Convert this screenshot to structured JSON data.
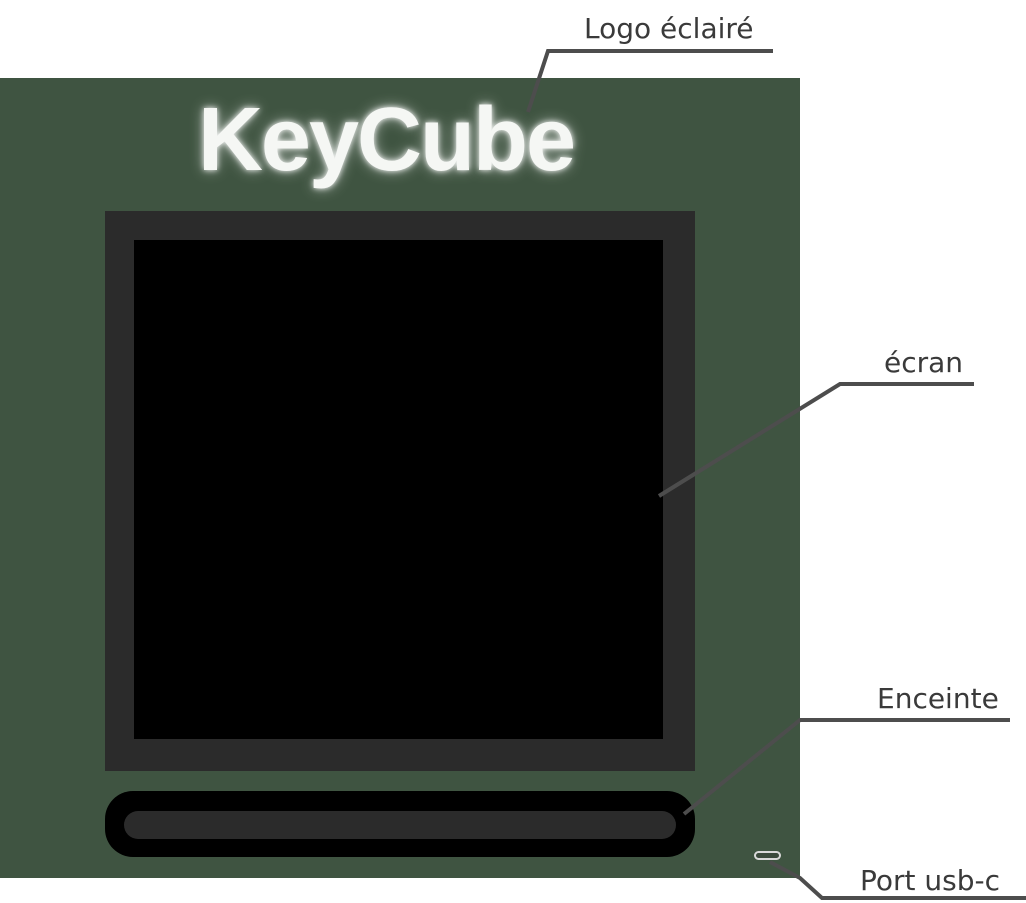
{
  "logo": {
    "text": "KeyCube"
  },
  "callouts": {
    "logo": "Logo éclairé",
    "screen": "écran",
    "speaker": "Enceinte",
    "usb_port": "Port usb-c"
  },
  "colors": {
    "device_body": "#3f5441",
    "screen_frame": "#2b2b2b",
    "screen": "#000000",
    "speaker_body": "#000000",
    "speaker_grille": "#2b2b2b",
    "logo_text": "#f5f7f4",
    "callout_text": "#3a3a3a",
    "leader_line": "#4d4d4d"
  },
  "icons": {
    "usb_port": "usb-c-port-icon"
  }
}
